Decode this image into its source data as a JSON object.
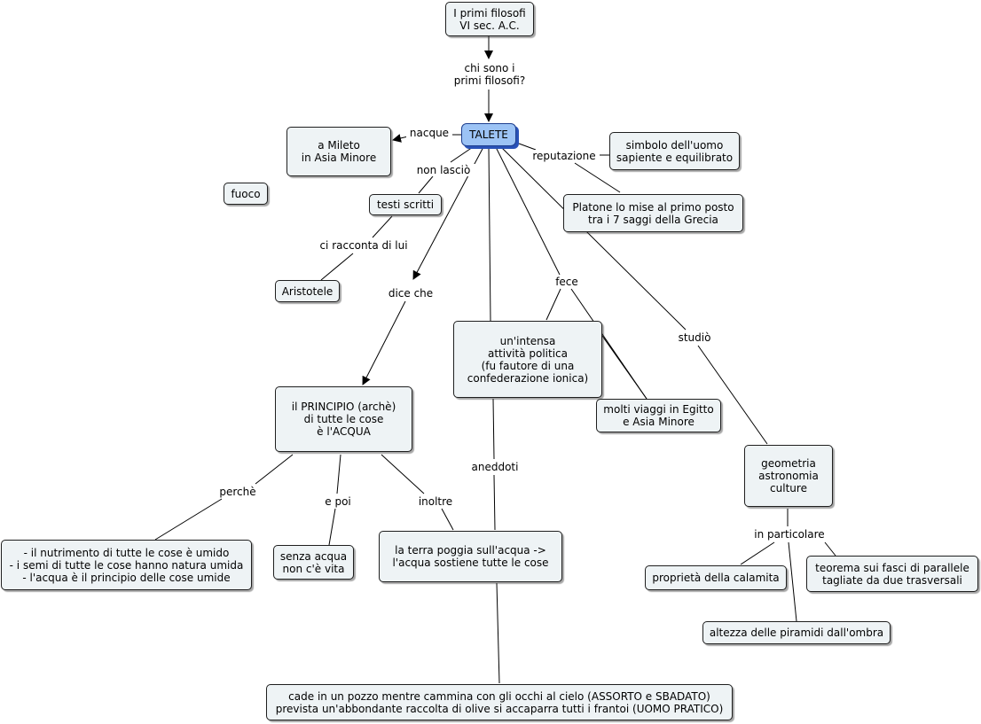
{
  "concepts": {
    "primi_filosofi": "I primi filosofi\nVI sec. A.C.",
    "talete": "TALETE",
    "mileto": "a Mileto\nin Asia Minore",
    "fuoco": "fuoco",
    "testi_scritti": "testi scritti",
    "aristotele": "Aristotele",
    "simbolo": "simbolo dell'uomo\nsapiente e equilibrato",
    "platone": "Platone lo mise al primo posto\ntra i 7 saggi della Grecia",
    "attivita_politica": "un'intensa\nattività politica\n(fu fautore di una\nconfederazione ionica)",
    "viaggi": "molti viaggi in Egitto\ne Asia Minore",
    "principio": "il PRINCIPIO (archè)\ndi tutte le cose\nè l'ACQUA",
    "geometria": "geometria\nastronomia\nculture",
    "nutrimento": "- il nutrimento di tutte le cose è umido\n- i semi di tutte le cose hanno natura umida\n- l'acqua è il principio delle cose umide",
    "senza_acqua": "senza acqua\nnon c'è vita",
    "terra_poggia": "la terra poggia sull'acqua ->\nl'acqua sostiene tutte le cose",
    "calamita": "proprietà della calamita",
    "teorema": "teorema sui fasci di parallele\ntagliate da due trasversali",
    "piramidi": "altezza delle piramidi dall'ombra",
    "pozzo": "cade in un pozzo mentre cammina con gli occhi al cielo (ASSORTO e SBADATO)\nprevista un'abbondante raccolta di olive si accaparra tutti i frantoi (UOMO PRATICO)"
  },
  "links": {
    "chi_sono": "chi sono i\nprimi filosofi?",
    "nacque": "nacque",
    "non_lascio": "non lasciò",
    "reputazione": "reputazione",
    "ci_racconta": "ci racconta di lui",
    "dice_che": "dice che",
    "fece": "fece",
    "studio": "studiò",
    "aneddoti": "aneddoti",
    "perche": "perchè",
    "e_poi": "e poi",
    "inoltre": "inoltre",
    "in_particolare": "in particolare"
  },
  "colors": {
    "node_fill": "#eef3f5",
    "root_fill": "#9cc3f5",
    "root_shadow": "#2952b8",
    "line": "#000000"
  }
}
